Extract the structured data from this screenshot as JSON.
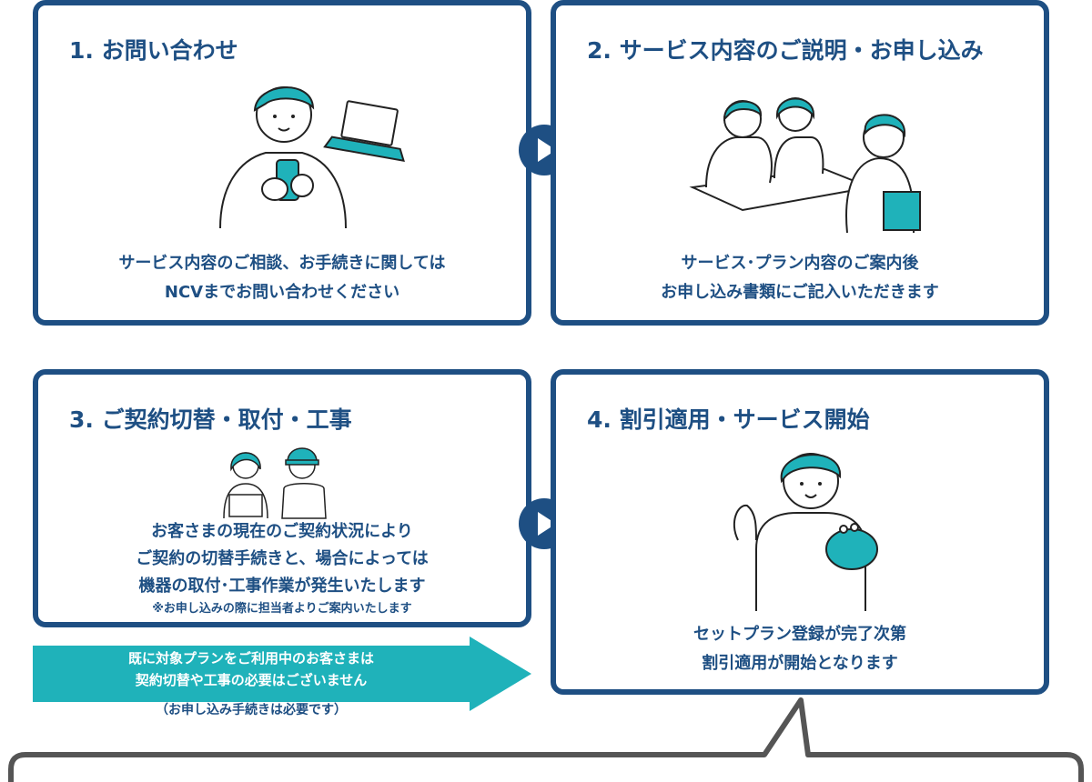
{
  "steps": [
    {
      "title": "1. お問い合わせ",
      "lines": [
        "サービス内容のご相談、お手続きに関しては",
        "NCVまでお問い合わせください"
      ]
    },
    {
      "title": "2. サービス内容のご説明・お申し込み",
      "lines": [
        "サービス･プラン内容のご案内後",
        "お申し込み書類にご記入いただきます"
      ]
    },
    {
      "title": "3. ご契約切替・取付・工事",
      "lines": [
        "お客さまの現在のご契約状況により",
        "ご契約の切替手続きと、場合によっては",
        "機器の取付･工事作業が発生いたします"
      ],
      "note": "※お申し込みの際に担当者よりご案内いたします"
    },
    {
      "title": "4. 割引適用・サービス開始",
      "lines": [
        "セットプラン登録が完了次第",
        "割引適用が開始となります"
      ]
    }
  ],
  "banner": {
    "line1": "既に対象プランをご利用中のお客さまは",
    "line2": "契約切替や工事の必要はございません",
    "note": "（お申し込み手続きは必要です）"
  },
  "colors": {
    "navy": "#1e4f83",
    "teal": "#1fb2ba",
    "gray": "#555555"
  }
}
